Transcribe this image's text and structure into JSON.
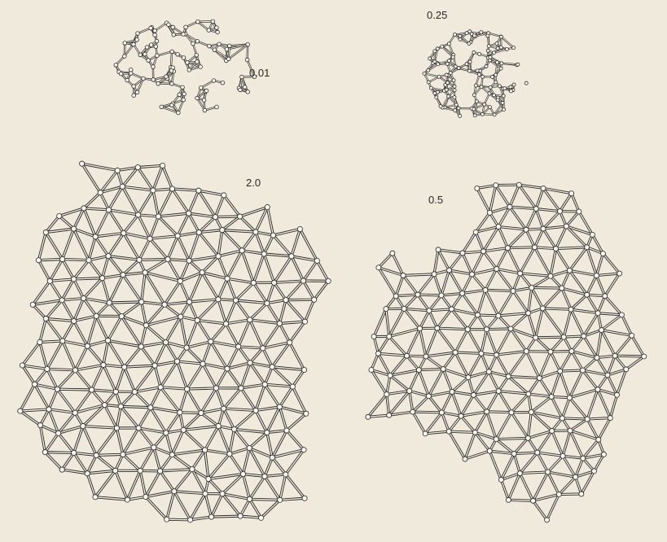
{
  "figure": {
    "colors": {
      "background": "#efeadb",
      "line": "#2a2724",
      "node": "#fbf9f3"
    },
    "panels": [
      {
        "id": "panel-0-01",
        "label": "0.01",
        "state": "crumpled"
      },
      {
        "id": "panel-0-25",
        "label": "0.25",
        "state": "crumpled"
      },
      {
        "id": "panel-2-0",
        "label": "2.0",
        "state": "flat"
      },
      {
        "id": "panel-0-5",
        "label": "0.5",
        "state": "partially crumpled"
      }
    ]
  }
}
